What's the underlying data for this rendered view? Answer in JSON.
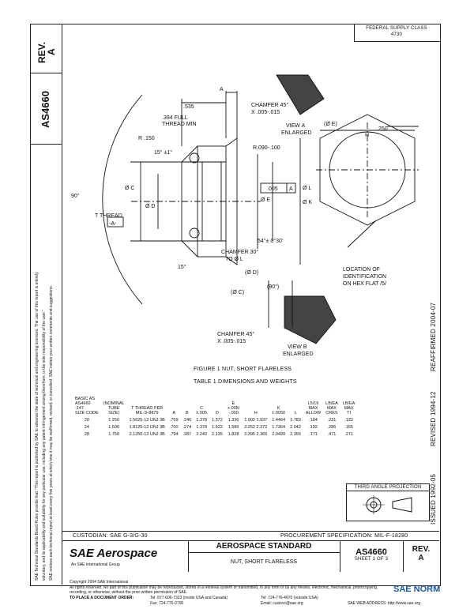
{
  "side": {
    "rev_label": "REV.",
    "rev_value": "A",
    "doc_number": "AS4660",
    "disclaimer_1": "SAE Technical Standards Board Rules provide that: \"This report is published by SAE to advance the state of technical and engineering sciences. The use of this report is entirely",
    "disclaimer_2": "voluntary, and its applicability and suitability for any particular use, including any patent infringement arising therefrom, is the sole responsibility of the user.\"",
    "disclaimer_3": "SAE reviews each technical report at least every five years at which time it may be reaffirmed, revised, or cancelled. SAE invites your written comments and suggestions."
  },
  "header": {
    "fsc_label": "FEDERAL SUPPLY CLASS",
    "fsc_value": "4730"
  },
  "drawing": {
    "dim_535": ".535",
    "dim_a": "A",
    "dim_394": ".394 FULL",
    "thread_min": "THREAD MIN",
    "radius_150": "R .150",
    "angle_15": "15° ±1°",
    "radius_090": "R.090-.100",
    "chamfer_45": "CHAMFER 45°",
    "chamfer_tol": "X .005-.015",
    "view_a": "VIEW A",
    "enlarged": "ENLARGED",
    "dia_e": "(Ø E)",
    "dim_250": ".250",
    "dim_h": "H",
    "dia_c": "Ø C",
    "dia_d": "Ø D",
    "tol_005": ".005",
    "datum_a": "A",
    "dia_e2": "Ø E",
    "dia_l": "Ø L",
    "dia_k": "Ø K",
    "angle_90": "90°",
    "thread_label": "T THREAD",
    "thread_datum": "-A-",
    "angle_54": "54°± 0°30'",
    "chamfer_30": "CHAMFER 30°",
    "to_dia_l": "TO Ø L",
    "angle_15b": "15°",
    "dia_d2": "(Ø D)",
    "dia_c2": "(Ø C)",
    "angle_90b": "(90°)",
    "id_location_1": "LOCATION OF",
    "id_location_2": "IDENTIFICATION",
    "id_location_3": "ON HEX FLAT /5/",
    "chamfer_45b": "CHAMFER 45°",
    "chamfer_tol_b": "X .005-.015",
    "view_b": "VIEW B",
    "enlarged_b": "ENLARGED"
  },
  "figure_caption": "FIGURE 1  NUT, SHORT FLARELESS",
  "table_caption": "TABLE 1  DIMENSIONS AND WEIGHTS",
  "table": {
    "headers": [
      "BASIC AS\nAS4660\n-147\nSIZE CODE",
      "(NOMINAL\nTUBE\nSIZE)",
      "T THREAD PER\nMIL-S-8879",
      "A",
      "B",
      "C\n±.005",
      "D",
      "E\n+.005/\n-.000",
      "H",
      "K\n±.0050",
      "L",
      "L5/16\nMAX\nALLOW",
      "LB/EA\nMAX\nCRES",
      "LB/EA\nMAX\nTI"
    ],
    "rows": [
      [
        "20",
        "1.250",
        "1.5625-12 UNJ 3B",
        ".759",
        ".240",
        "1.378",
        "1.372",
        "1.336",
        "1.902 1.937",
        "1.4464",
        "1.783",
        ".184",
        ".231",
        ".132"
      ],
      [
        "24",
        "1.500",
        "1.8125-12 UNJ 3B",
        ".700",
        ".274",
        "1.378",
        "1.622",
        "1.586",
        "2.252 2.272",
        "1.7364",
        "2.042",
        ".192",
        ".286",
        ".165"
      ],
      [
        "28",
        "1.750",
        "2.1250-12 UNJ 3B",
        ".794",
        ".287",
        "2.240",
        "2.135",
        "1.828",
        "2.395 2.365",
        "2.0499",
        "2.355",
        ".171",
        ".471",
        ".271"
      ]
    ]
  },
  "right_side": {
    "reaffirmed": "REAFFIRMED 2004-07",
    "revised": "REVISED 1994-12",
    "issued": "ISSUED 1992-05"
  },
  "projection": "THIRD ANGLE PROJECTION",
  "custodian": "CUSTODIAN: SAE G-3/G-30",
  "procurement": "PROCUREMENT SPECIFICATION: MIL-F-18280",
  "title_block": {
    "brand": "SAE Aerospace",
    "brand_sub": "An SAE International Group",
    "standard": "AEROSPACE STANDARD",
    "title": "NUT, SHORT FLARELESS",
    "doc": "AS4660",
    "sheet": "SHEET 1 OF 3",
    "rev_label": "REV.",
    "rev_value": "A"
  },
  "footer": {
    "copyright": "Copyright 2004 SAE International",
    "rights": "All rights reserved. No part of this publication may be reproduced, stored in a retrieval system or transmitted, in any form or by any means, electronic, mechanical, photocopying,",
    "rights2": "recording, or otherwise, without the prior written permission of SAE.",
    "order_label": "TO PLACE A DOCUMENT ORDER:",
    "tel": "Tel: 877-606-7323 (inside USA and Canada)",
    "tel2": "Tel: 724-776-4970 (outside USA)",
    "fax": "Fax: 724-776-0790",
    "email": "Email: custsvc@sae.org",
    "web": "SAE WEB ADDRESS: http://www.sae.org",
    "watermark": "SAE NORM"
  }
}
